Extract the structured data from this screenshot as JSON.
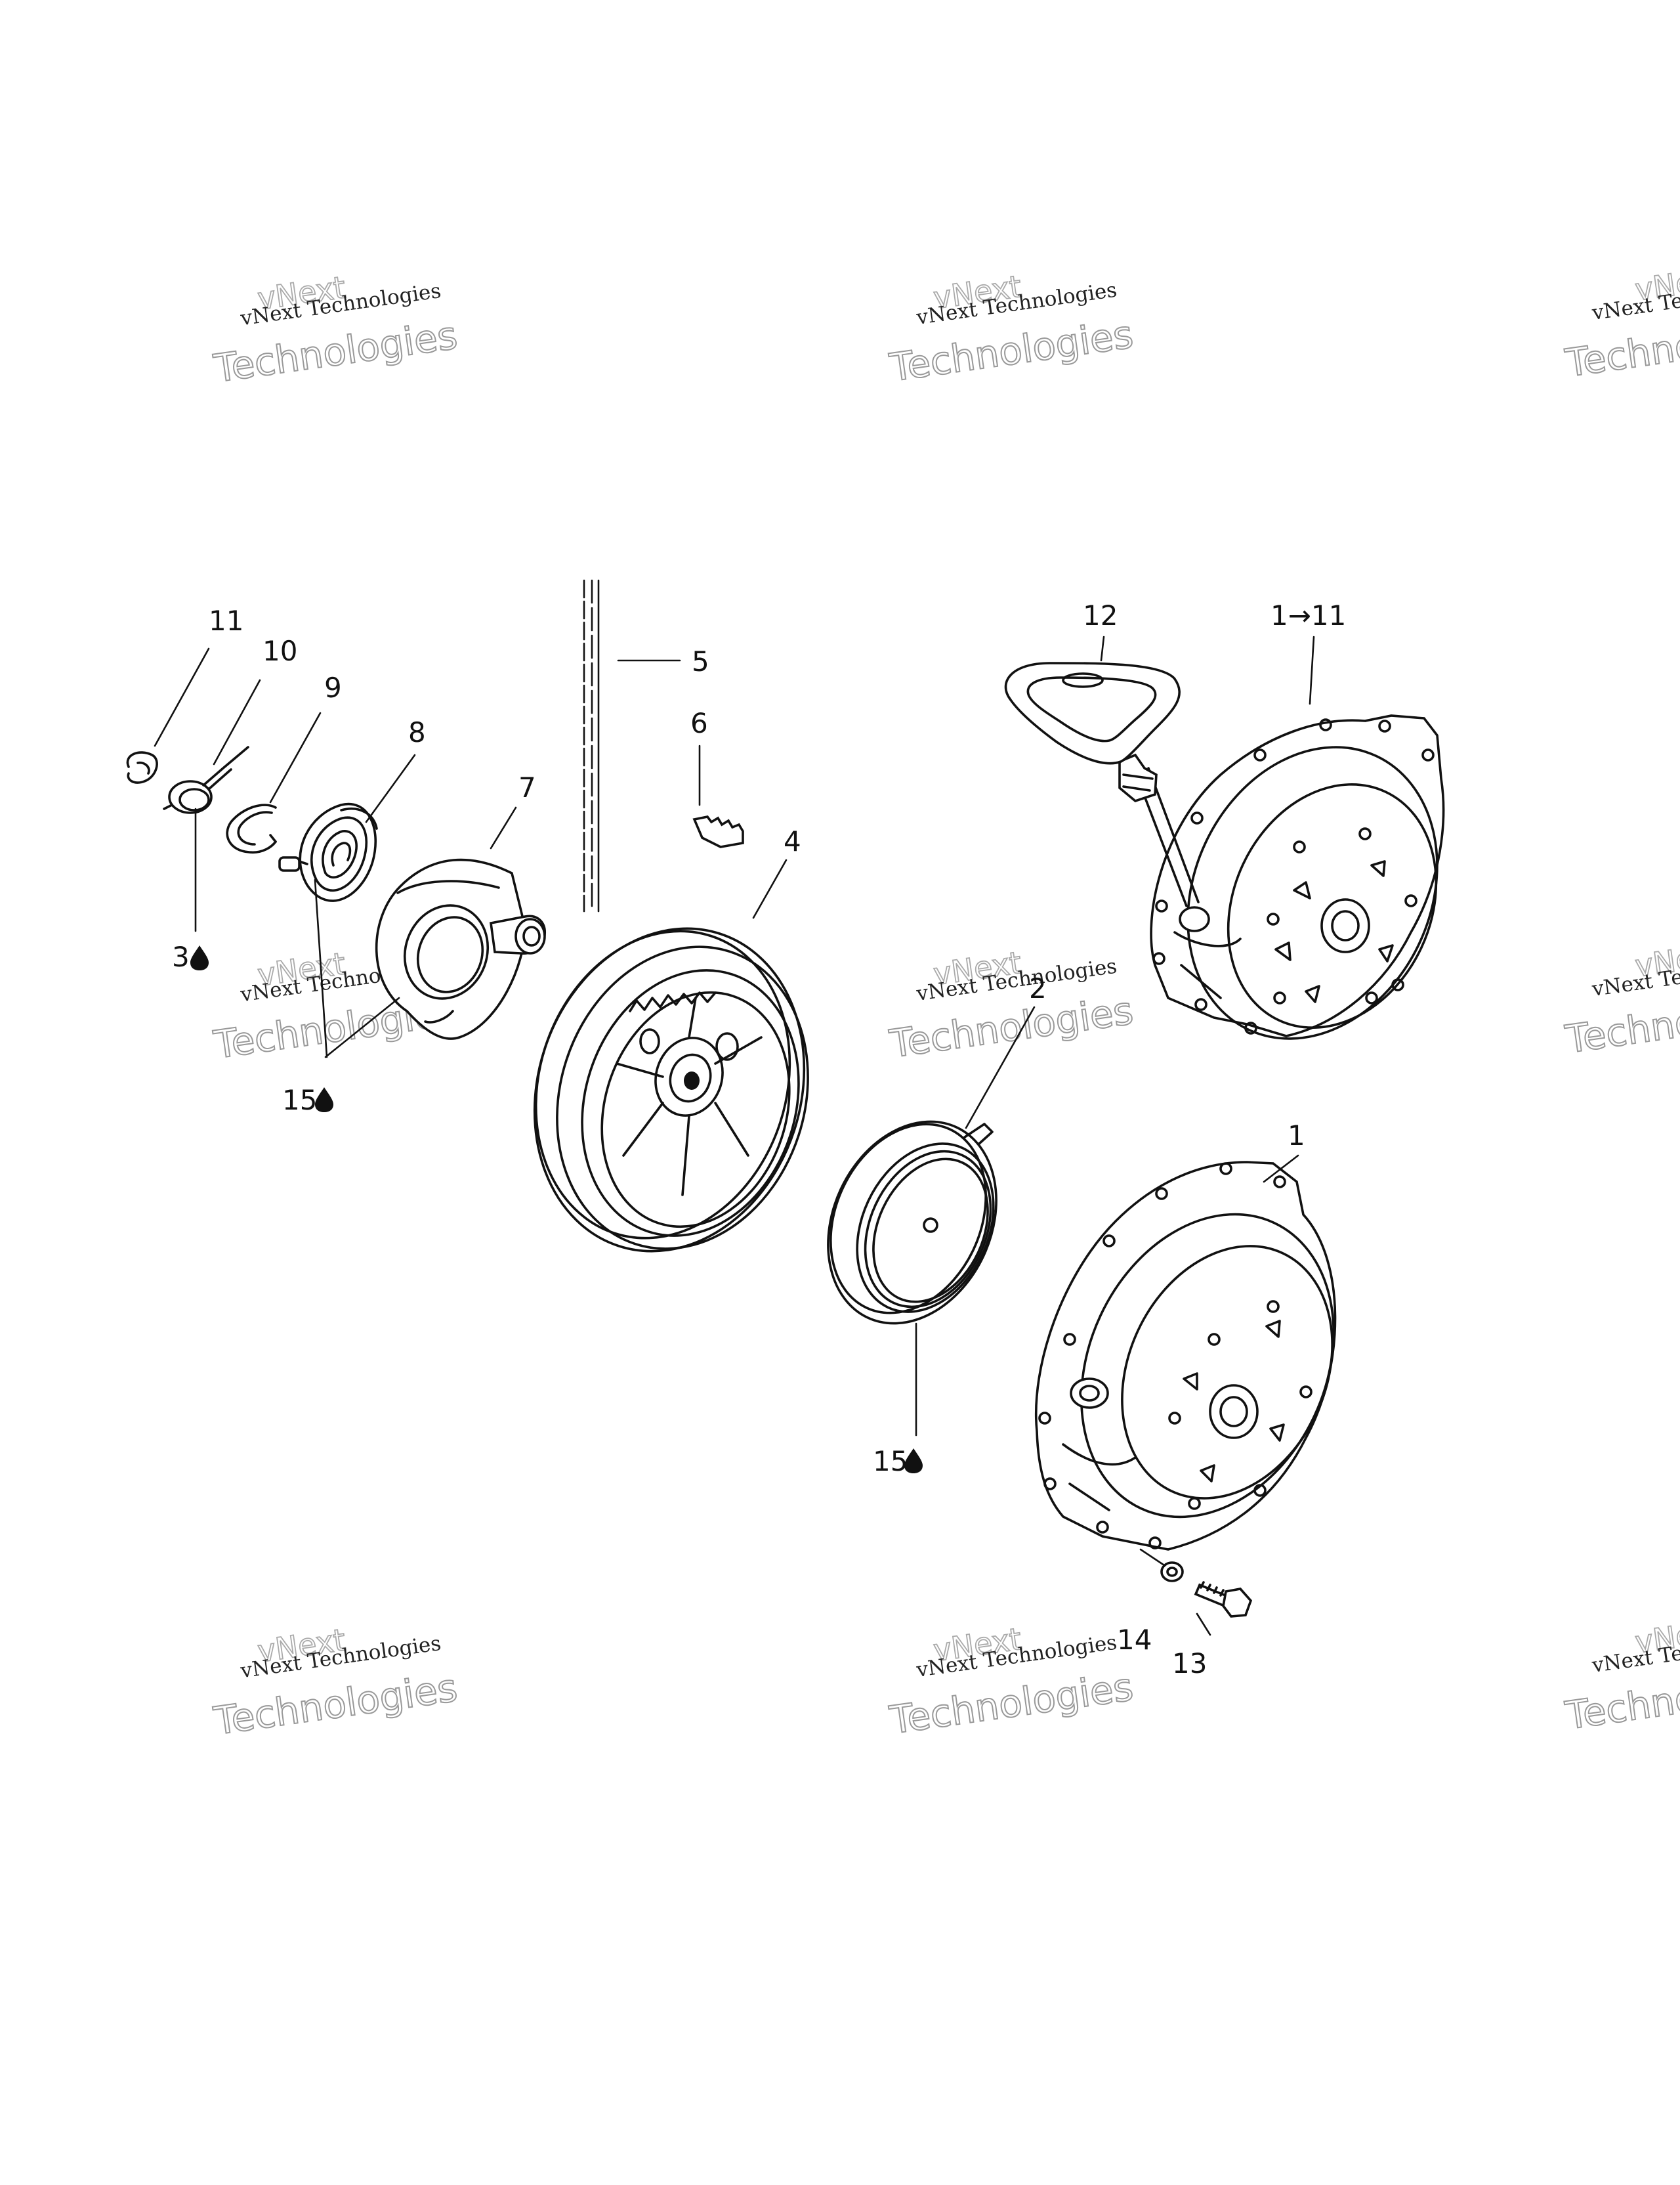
{
  "callouts": {
    "c1": "1",
    "c1_11": "1→11",
    "c2": "2",
    "c3": "3",
    "c4": "4",
    "c5": "5",
    "c6": "6",
    "c7": "7",
    "c8": "8",
    "c9": "9",
    "c10": "10",
    "c11": "11",
    "c12": "12",
    "c13": "13",
    "c14": "14",
    "c15a": "15",
    "c15b": "15"
  },
  "watermark": {
    "line_small": "vNext Technologies",
    "line_vnext": "vNext",
    "line_tech": "Technologies"
  },
  "icons": {
    "lubricant": "oil-drop-icon"
  }
}
